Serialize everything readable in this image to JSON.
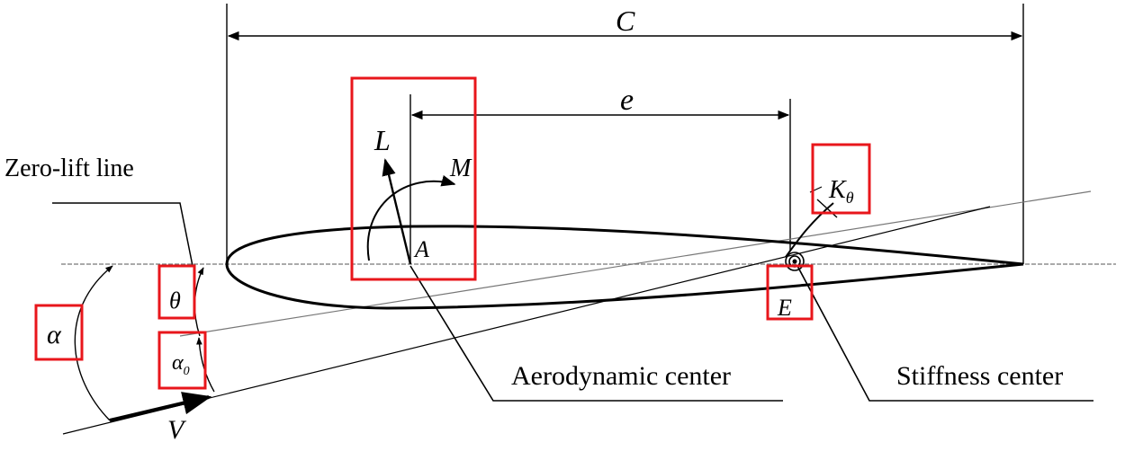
{
  "diagram": {
    "labels": {
      "chord": "C",
      "eccentricity": "e",
      "lift": "L",
      "moment": "M",
      "torsion_stiffness": "K",
      "torsion_stiffness_sub": "θ",
      "aero_point": "A",
      "elastic_point": "E",
      "zero_lift_line": "Zero-lift line",
      "theta": "θ",
      "alpha": "α",
      "alpha0": "α",
      "alpha0_sub": "0",
      "velocity": "V",
      "aerodynamic_center": "Aerodynamic center",
      "stiffness_center": "Stiffness center"
    },
    "colors": {
      "stroke": "#000000",
      "highlight": "#e8161b",
      "reference_line": "#8a8a8a"
    }
  }
}
